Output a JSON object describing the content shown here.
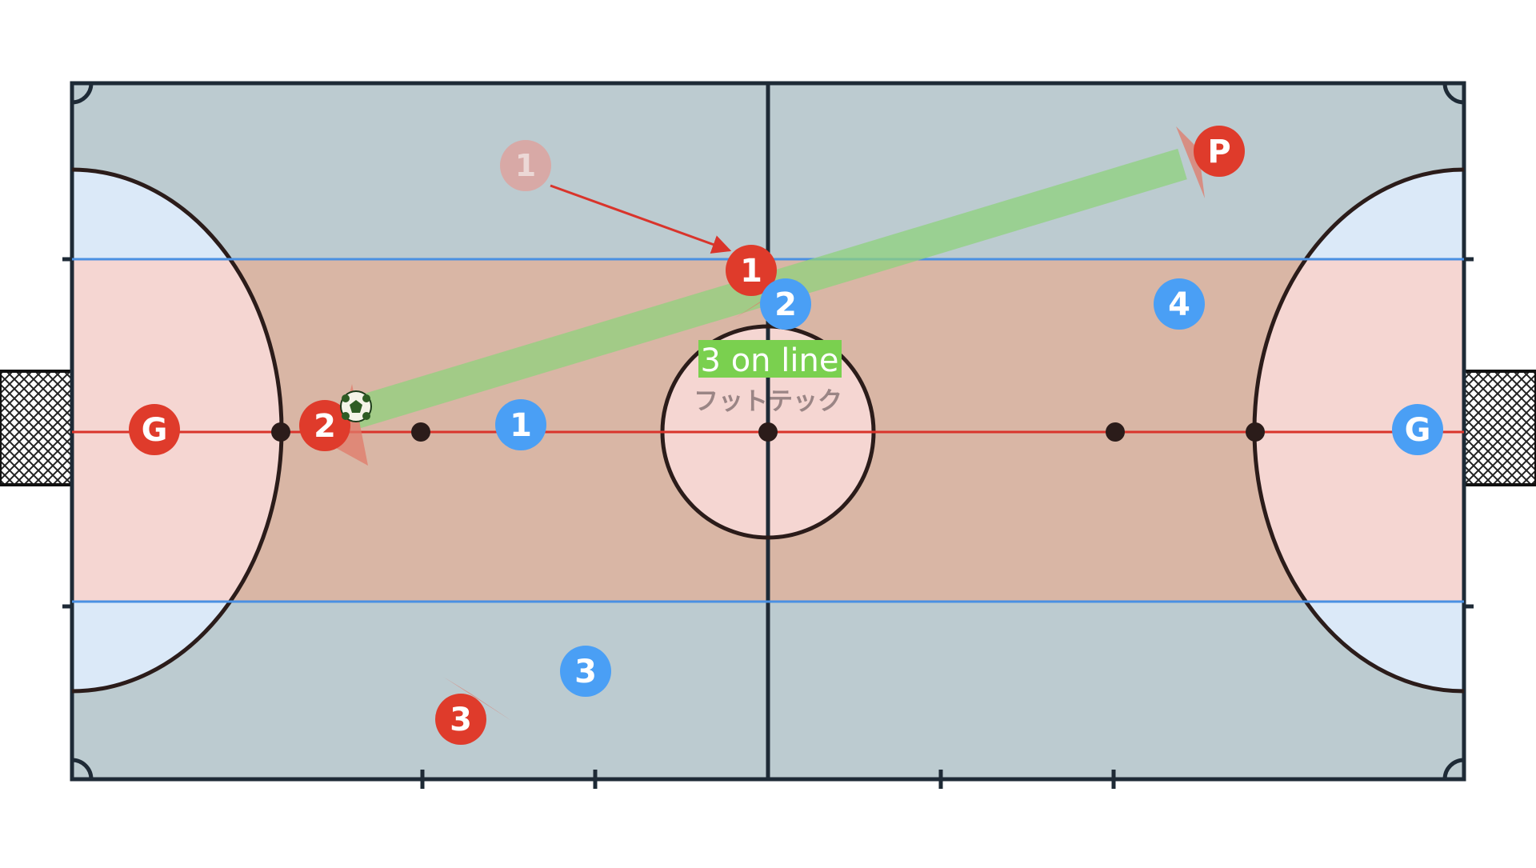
{
  "diagram": {
    "kind": "futsal-tactics-board",
    "caption": "3 on line",
    "watermark": "フットテック",
    "colors": {
      "team_red": "#df3b2b",
      "team_blue": "#4a9ff5",
      "ghost_marker": "#d8a9a6",
      "wing_zone": "#bccbd0",
      "central_zone": "#d9b6a5",
      "penalty_area": "#f5d6d2",
      "corner_area": "#dbe9f8",
      "lane_line": "#4a90e2",
      "halfway_line": "#d9342b",
      "pass_arrow": "#8fd17e",
      "caption_bg": "#7ad04f"
    },
    "players": {
      "red": [
        {
          "id": "red-goalkeeper",
          "label": "G"
        },
        {
          "id": "red-player-2",
          "label": "2"
        },
        {
          "id": "red-player-1",
          "label": "1"
        },
        {
          "id": "red-player-3",
          "label": "3"
        },
        {
          "id": "red-pivot",
          "label": "P"
        }
      ],
      "blue": [
        {
          "id": "blue-goalkeeper",
          "label": "G"
        },
        {
          "id": "blue-player-1",
          "label": "1"
        },
        {
          "id": "blue-player-2",
          "label": "2"
        },
        {
          "id": "blue-player-3",
          "label": "3"
        },
        {
          "id": "blue-player-4",
          "label": "4"
        }
      ],
      "ghost": [
        {
          "id": "red-player-1-previous",
          "label": "1"
        }
      ]
    },
    "icons": {
      "ball": "soccer-ball-icon",
      "goal_net": "goal-net-icon"
    }
  }
}
